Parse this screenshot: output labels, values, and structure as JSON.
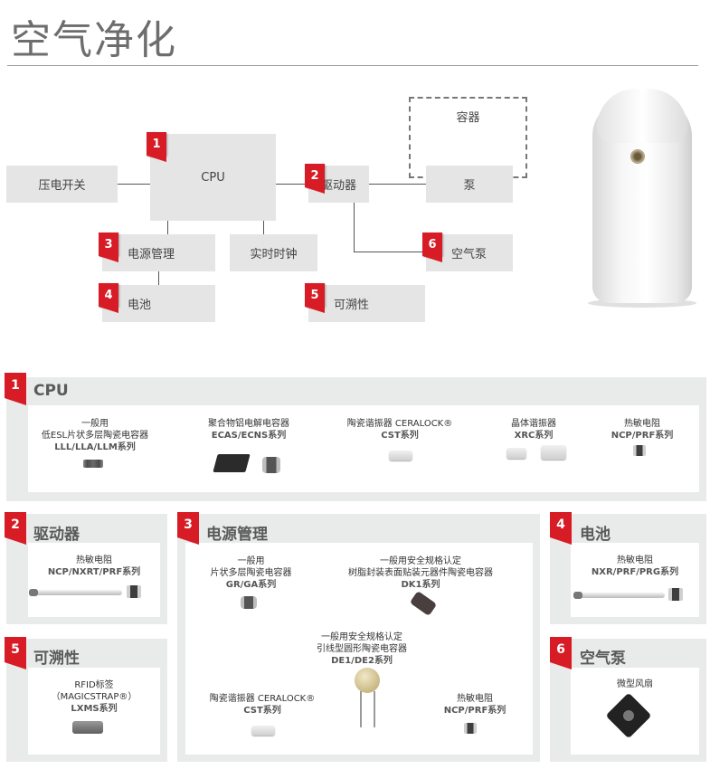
{
  "title": "空气净化",
  "diagram": {
    "blocks": {
      "switch": "压电开关",
      "cpu": "CPU",
      "driver": "驱动器",
      "pump": "泵",
      "container": "容器",
      "power": "电源管理",
      "rtc": "实时时钟",
      "battery": "电池",
      "traceability": "可溯性",
      "air_pump": "空气泵"
    },
    "badges": [
      "1",
      "2",
      "3",
      "4",
      "5",
      "6"
    ]
  },
  "sections": {
    "cpu": {
      "number": "1",
      "title": "CPU",
      "products": [
        {
          "name": "一般用",
          "name2": "低ESL片状多层陶瓷电容器",
          "series": "LLL/LLA/LLM系列"
        },
        {
          "name": "聚合物铝电解电容器",
          "series": "ECAS/ECNS系列"
        },
        {
          "name": "陶瓷谐振器 CERALOCK®",
          "series": "CST系列"
        },
        {
          "name": "晶体谐振器",
          "series": "XRC系列"
        },
        {
          "name": "热敏电阻",
          "series": "NCP/PRF系列"
        }
      ]
    },
    "driver": {
      "number": "2",
      "title": "驱动器",
      "products": [
        {
          "name": "热敏电阻",
          "series": "NCP/NXRT/PRF系列"
        }
      ]
    },
    "power": {
      "number": "3",
      "title": "电源管理",
      "products": [
        {
          "name": "一般用",
          "name2": "片状多层陶瓷电容器",
          "series": "GR/GA系列"
        },
        {
          "name": "一般用安全规格认定",
          "name2": "树脂封装表面贴装元器件陶瓷电容器",
          "series": "DK1系列"
        },
        {
          "name": "一般用安全规格认定",
          "name2": "引线型圆形陶瓷电容器",
          "series": "DE1/DE2系列"
        },
        {
          "name": "陶瓷谐振器 CERALOCK®",
          "series": "CST系列"
        },
        {
          "name": "热敏电阻",
          "series": "NCP/PRF系列"
        }
      ]
    },
    "battery": {
      "number": "4",
      "title": "电池",
      "products": [
        {
          "name": "热敏电阻",
          "series": "NXR/PRF/PRG系列"
        }
      ]
    },
    "traceability": {
      "number": "5",
      "title": "可溯性",
      "products": [
        {
          "name": "RFID标签",
          "name2": "（MAGICSTRAP®）",
          "series": "LXMS系列"
        }
      ]
    },
    "air_pump": {
      "number": "6",
      "title": "空气泵",
      "products": [
        {
          "name": "微型风扇"
        }
      ]
    }
  },
  "colors": {
    "accent": "#d71c26",
    "panel": "#e9eaea",
    "block": "#e5e5e5"
  }
}
